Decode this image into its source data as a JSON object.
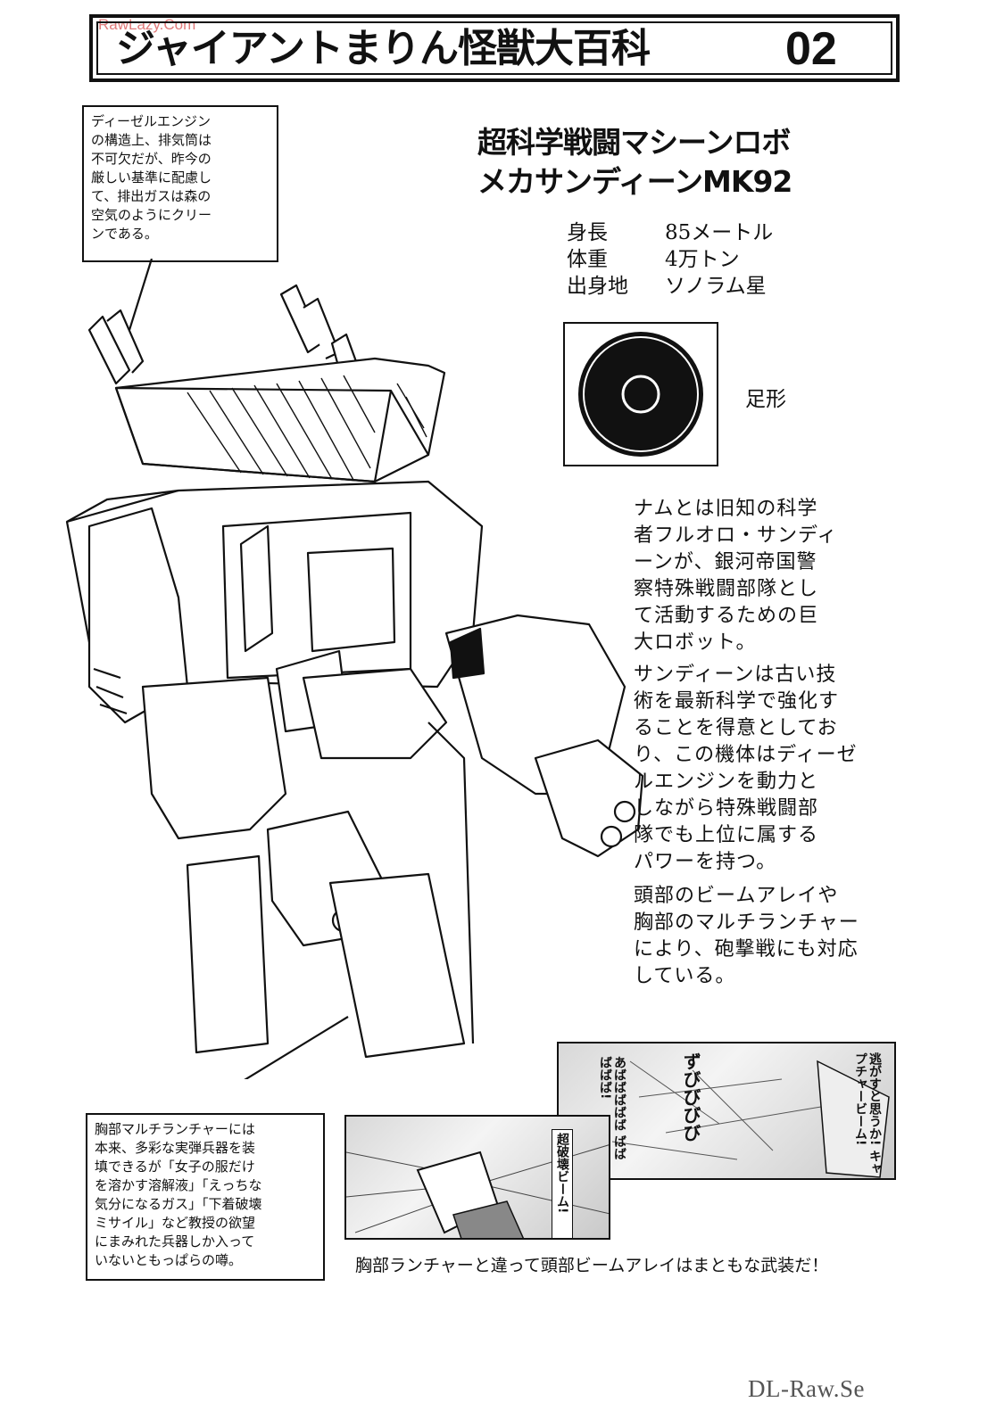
{
  "watermarks": {
    "top": "RawLazy.Com",
    "bottom": "DL-Raw.Se"
  },
  "title": {
    "text": "ジャイアントまりん怪獣大百科",
    "number": "02"
  },
  "note_top": "ディーゼルエンジン\nの構造上、排気筒は\n不可欠だが、昨今の\n厳しい基準に配慮し\nて、排出ガスは森の\n空気のようにクリー\nンである。",
  "heading": "超科学戦闘マシーンロボ\nメカサンディーンMK92",
  "stats": [
    {
      "label": "身長",
      "value": "85メートル"
    },
    {
      "label": "体重",
      "value": "4万トン"
    },
    {
      "label": "出身地",
      "value": "ソノラム星"
    }
  ],
  "footprint_label": "足形",
  "descriptions": [
    "ナムとは旧知の科学\n者フルオロ・サンディ\nーンが、銀河帝国警\n察特殊戦闘部隊とし\nて活動するための巨\n大ロボット。",
    "サンディーンは古い技\n術を最新科学で強化す\nることを得意としてお\nり、この機体はディーゼ\nルエンジンを動力と\nしながら特殊戦闘部\n隊でも上位に属する\nパワーを持つ。",
    "頭部のビームアレイや\n胸部のマルチランチャー\nにより、砲撃戦にも対応\nしている。"
  ],
  "note_bottom": "胸部マルチランチャーには\n本来、多彩な実弾兵器を装\n填できるが「女子の服だけ\nを溶かす溶解液」「えっちな\n気分になるガス」「下着破壊\nミサイル」など教授の欲望\nにまみれた兵器しか入って\nいないともっぱらの噂。",
  "panel_right": {
    "speech": "逃がすと思うか!\nキャプチャービーム!",
    "sfx": "あばばばばば\nばばばばば!",
    "sfx2": "ずびびびび"
  },
  "panel_left": {
    "speech": "超破壊ビーム!"
  },
  "caption": "胸部ランチャーと違って頭部ビームアレイはまともな武装だ！"
}
